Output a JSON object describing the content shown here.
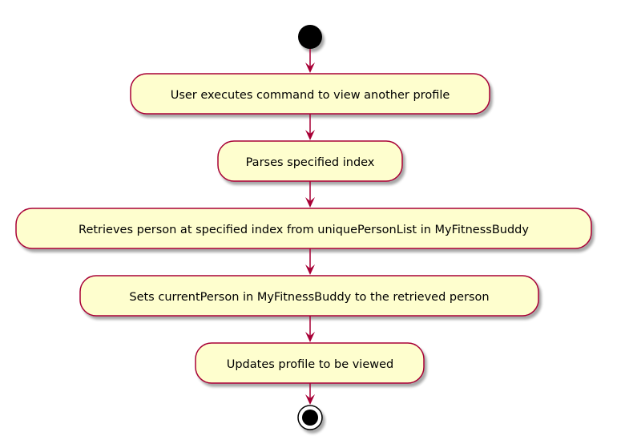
{
  "diagram": {
    "type": "activity",
    "colors": {
      "node_fill": "#FEFECE",
      "node_border": "#A80036",
      "arrow": "#A80036",
      "start": "#000000",
      "end": "#000000",
      "shadow": "#C8C8C8"
    },
    "steps": [
      {
        "label": "User executes command to view another profile"
      },
      {
        "label": "Parses specified index"
      },
      {
        "label": "Retrieves person at specified index from uniquePersonList in MyFitnessBuddy"
      },
      {
        "label": "Sets currentPerson in MyFitnessBuddy to the retrieved person"
      },
      {
        "label": "Updates profile to be viewed"
      }
    ]
  }
}
